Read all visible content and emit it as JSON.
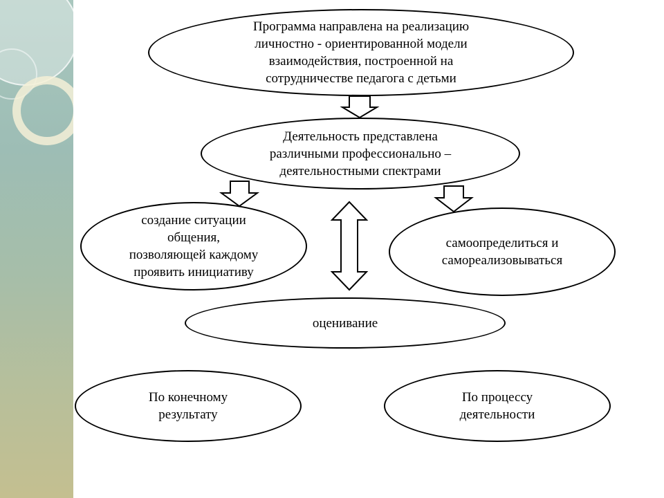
{
  "diagram": {
    "top": {
      "text": "Программа направлена на реализацию\nличностно - ориентированной модели\nвзаимодействия, построенной на\nсотрудничестве педагога с детьми"
    },
    "activity": {
      "text": "Деятельность представлена\nразличными профессионально –\nдеятельностными спектрами"
    },
    "situation": {
      "text": "создание ситуации\nобщения,\nпозволяющей каждому\nпроявить инициативу"
    },
    "self_realization": {
      "text": "самоопределиться и\nсамореализовываться"
    },
    "evaluation": {
      "text": "оценивание"
    },
    "final_result": {
      "text": "По конечному\nрезультату"
    },
    "process": {
      "text": "По процессу\nдеятельности"
    }
  },
  "colors": {
    "stroke": "#000000",
    "fill": "#ffffff",
    "side_strip_top": "#a9c7be",
    "side_strip_bottom": "#c4bf90"
  }
}
